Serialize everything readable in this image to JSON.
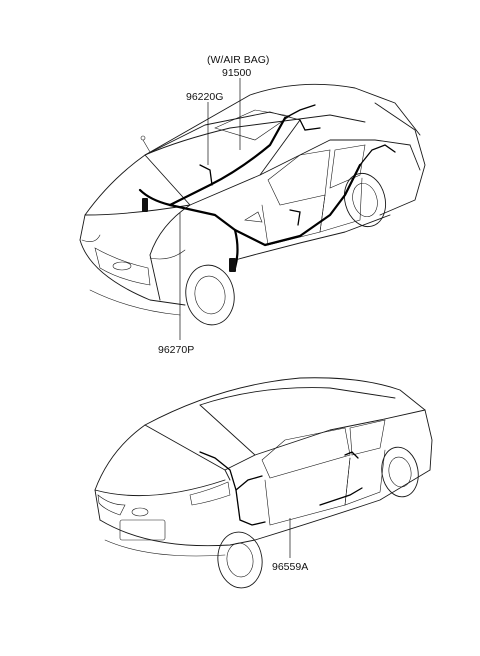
{
  "callouts": {
    "airbag_note": "(W/AIR BAG)",
    "main_harness": "91500",
    "roof_harness": "96220G",
    "front_harness": "96270P",
    "rear_door_harness": "96559A"
  }
}
